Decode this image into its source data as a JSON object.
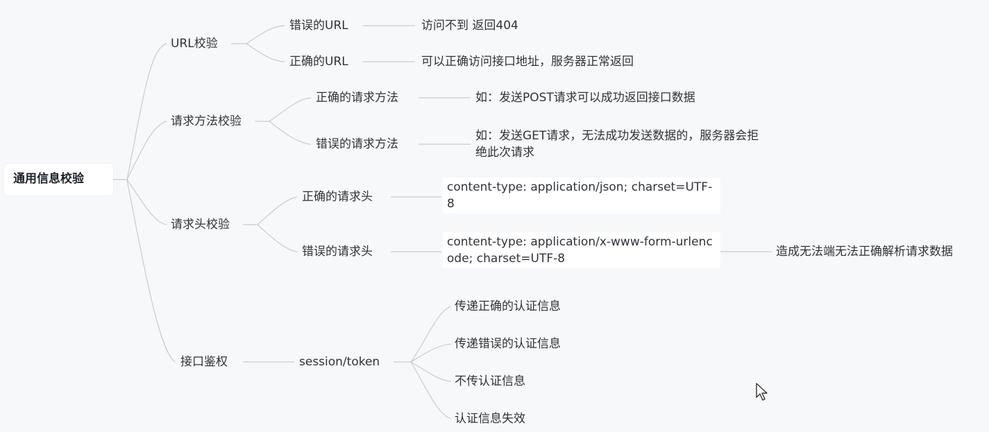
{
  "root": "通用信息校验",
  "branches": {
    "url": {
      "label": "URL校验",
      "wrong": "错误的URL",
      "wrong_result": "访问不到 返回404",
      "right": "正确的URL",
      "right_result": "可以正确访问接口地址，服务器正常返回"
    },
    "method": {
      "label": "请求方法校验",
      "right": "正确的请求方法",
      "right_result": "如：发送POST请求可以成功返回接口数据",
      "wrong": "错误的请求方法",
      "wrong_result": "如：发送GET请求，无法成功发送数据的，服务器会拒绝此次请求"
    },
    "header": {
      "label": "请求头校验",
      "right": "正确的请求头",
      "right_result": "content-type: application/json; charset=UTF-8",
      "wrong": "错误的请求头",
      "wrong_result": "content-type: application/x-www-form-urlencode; charset=UTF-8",
      "wrong_consequence": "造成无法端无法正确解析请求数据"
    },
    "auth": {
      "label": "接口鉴权",
      "child": "session/token",
      "leaves": [
        "传递正确的认证信息",
        "传递错误的认证信息",
        "不传认证信息",
        "认证信息失效"
      ]
    }
  },
  "colors": {
    "background": "#f7f8fa",
    "line": "#c8ccd2",
    "text": "#2f3338"
  },
  "icons": {
    "cursor": "mouse-pointer-icon"
  }
}
